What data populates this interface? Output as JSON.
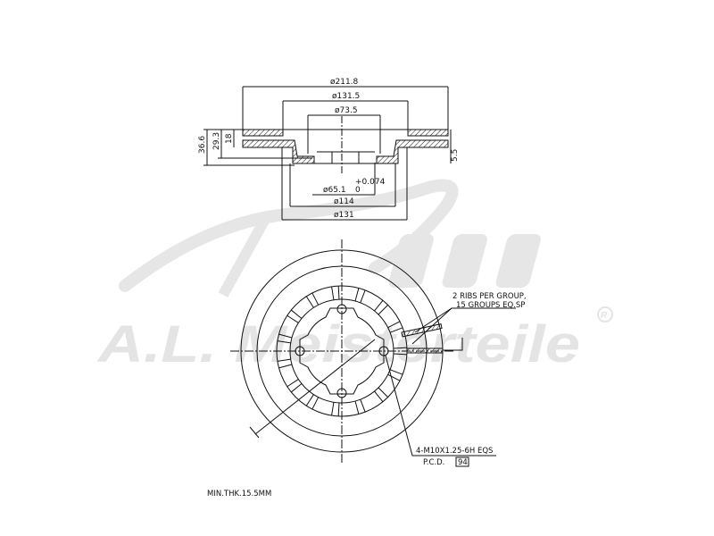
{
  "watermark": {
    "logo_text": "A.L. Meisterteile",
    "registered": "R",
    "color": "#e4e4e4"
  },
  "section_view": {
    "dimensions": {
      "outer_diameter": "ø211.8",
      "friction_inner_diameter": "ø131.5",
      "hat_diameter": "ø73.5",
      "center_bore": "ø65.1",
      "bore_tolerance_upper": "+0.074",
      "bore_tolerance_lower": "0",
      "hub_diameter": "ø114",
      "hat_outer_diameter": "ø131",
      "total_height": "36.6",
      "height_29": "29.3",
      "disc_thickness": "18",
      "offset": "5.5"
    }
  },
  "front_view": {
    "rib_note_line1": "2 RIBS PER GROUP,",
    "rib_note_line2": "15 GROUPS EQ.SP",
    "bolt_note": "4-M10X1.25-6H EQS",
    "pcd_label": "P.C.D.",
    "pcd_value": "94"
  },
  "min_thickness": "MIN.THK.15.5MM",
  "line_color": "#111111"
}
